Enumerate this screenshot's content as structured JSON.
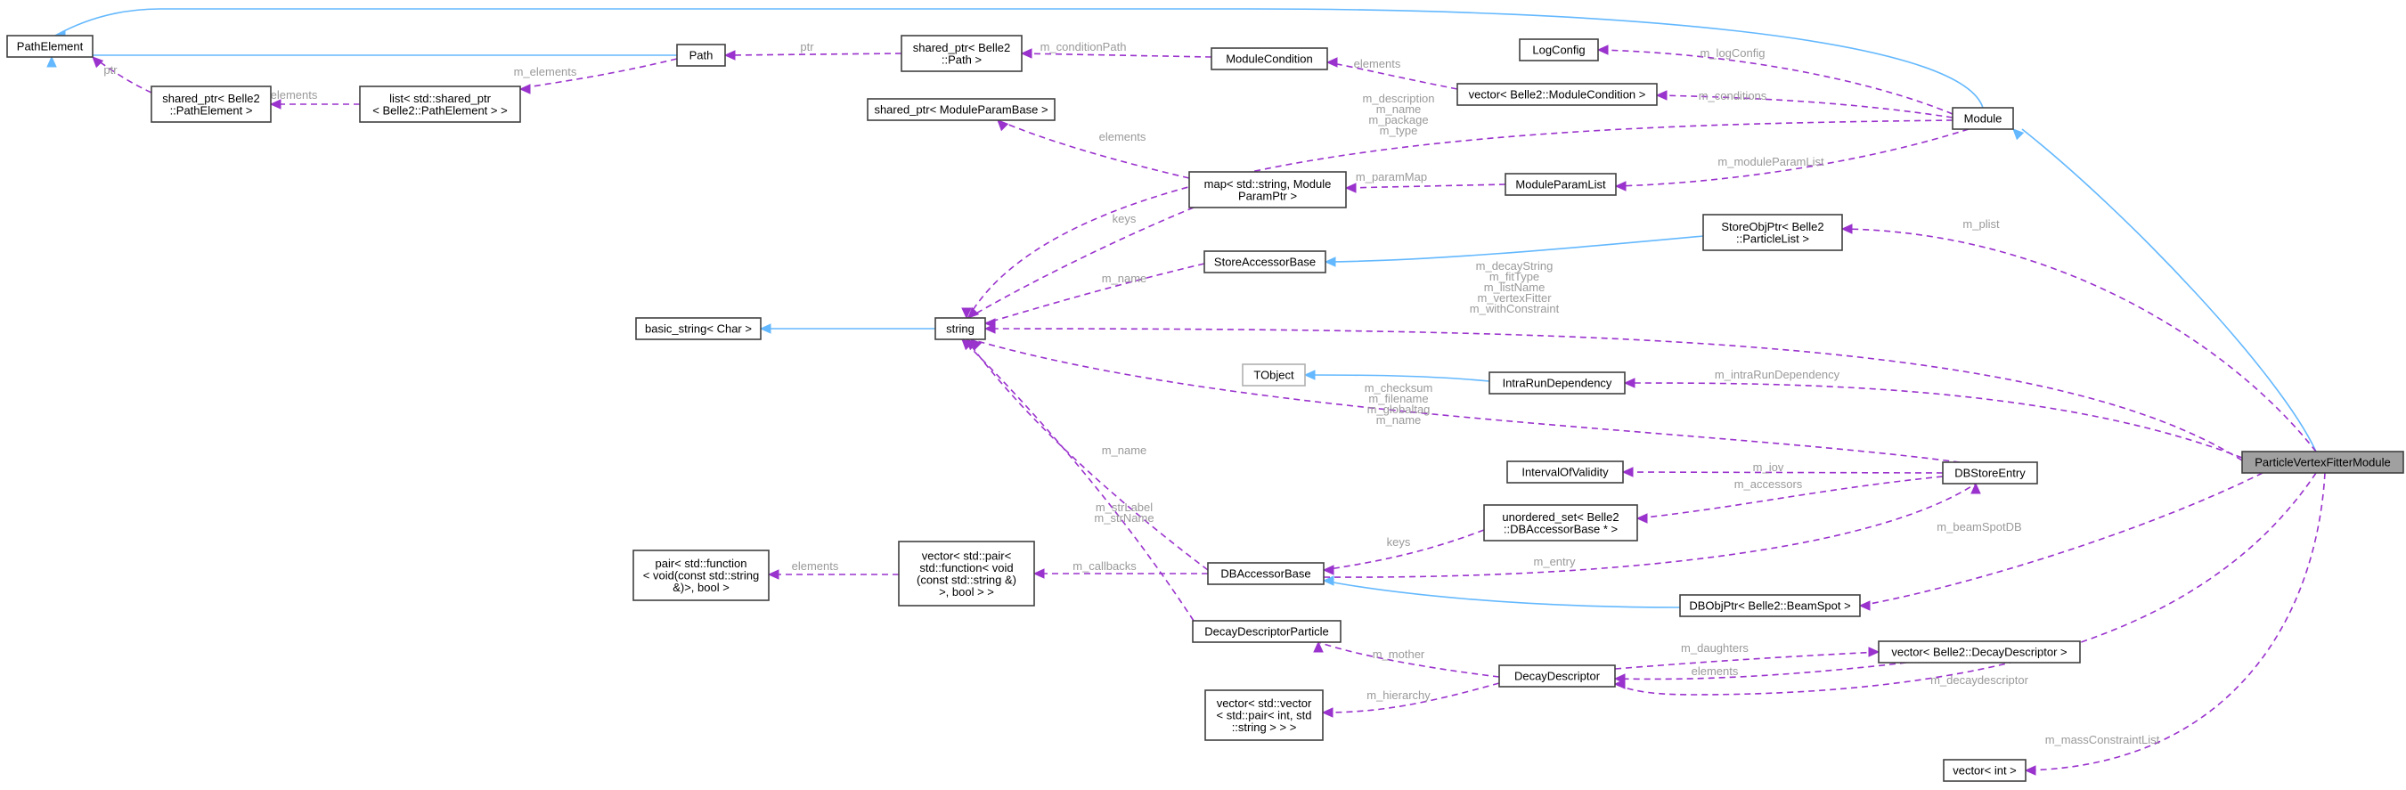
{
  "diagram": {
    "nodes": {
      "PathElement": [
        "PathElement"
      ],
      "Path": [
        "Path"
      ],
      "sp_pathelement": [
        "shared_ptr< Belle2",
        "::PathElement >"
      ],
      "list_sp": [
        "list< std::shared_ptr",
        "< Belle2::PathElement > >"
      ],
      "sp_path": [
        "shared_ptr< Belle2",
        "::Path >"
      ],
      "ModuleCondition": [
        "ModuleCondition"
      ],
      "LogConfig": [
        "LogConfig"
      ],
      "vec_modcond": [
        "vector< Belle2::ModuleCondition >"
      ],
      "Module": [
        "Module"
      ],
      "sp_modparam": [
        "shared_ptr< ModuleParamBase >"
      ],
      "map_param": [
        "map< std::string, Module",
        "ParamPtr >"
      ],
      "ModuleParamList": [
        "ModuleParamList"
      ],
      "StoreObjPtr": [
        "StoreObjPtr< Belle2",
        "::ParticleList >"
      ],
      "StoreAccessorBase": [
        "StoreAccessorBase"
      ],
      "basic_string": [
        "basic_string< Char >"
      ],
      "string": [
        "string"
      ],
      "TObject": [
        "TObject"
      ],
      "IntraRunDependency": [
        "IntraRunDependency"
      ],
      "IntervalOfValidity": [
        "IntervalOfValidity"
      ],
      "DBStoreEntry": [
        "DBStoreEntry"
      ],
      "unordered_set": [
        "unordered_set< Belle2",
        "::DBAccessorBase * >"
      ],
      "pair_fn": [
        "pair< std::function",
        "< void(const std::string",
        "&)>, bool >"
      ],
      "vec_pair": [
        "vector< std::pair<",
        "std::function< void",
        "(const std::string &)",
        ">, bool > >"
      ],
      "DBAccessorBase": [
        "DBAccessorBase"
      ],
      "DBObjPtr": [
        "DBObjPtr< Belle2::BeamSpot >"
      ],
      "DecayDescriptorParticle": [
        "DecayDescriptorParticle"
      ],
      "DecayDescriptor": [
        "DecayDescriptor"
      ],
      "vec_decaydesc": [
        "vector< Belle2::DecayDescriptor >"
      ],
      "vec_vec": [
        "vector< std::vector",
        "< std::pair< int, std",
        "::string > > >"
      ],
      "vec_int": [
        "vector< int >"
      ],
      "PVFM": [
        "ParticleVertexFitterModule"
      ]
    },
    "edge_labels": {
      "ptr": [
        "ptr"
      ],
      "elements_list": [
        "elements"
      ],
      "m_elements": [
        "m_elements"
      ],
      "ptr_path": [
        "ptr"
      ],
      "m_conditionPath": [
        "m_conditionPath"
      ],
      "elements_cond": [
        "elements"
      ],
      "m_logConfig": [
        "m_logConfig"
      ],
      "m_conditions": [
        "m_conditions"
      ],
      "m_description": [
        "m_description",
        "m_name",
        "m_package",
        "m_type"
      ],
      "elements_param": [
        "elements"
      ],
      "m_paramMap": [
        "m_paramMap"
      ],
      "m_moduleParamList": [
        "m_moduleParamList"
      ],
      "keys_map": [
        "keys"
      ],
      "m_plist": [
        "m_plist"
      ],
      "m_name_store": [
        "m_name"
      ],
      "m_decayString": [
        "m_decayString",
        "m_fitType",
        "m_listName",
        "m_vertexFitter",
        "m_withConstraint"
      ],
      "m_checksum": [
        "m_checksum",
        "m_filename",
        "m_globaltag",
        "m_name"
      ],
      "m_intraRunDependency": [
        "m_intraRunDependency"
      ],
      "m_iov": [
        "m_iov"
      ],
      "m_accessors": [
        "m_accessors"
      ],
      "m_name_db": [
        "m_name"
      ],
      "m_strLabel": [
        "m_strLabel",
        "m_strName"
      ],
      "keys_set": [
        "keys"
      ],
      "elements_pair": [
        "elements"
      ],
      "m_callbacks": [
        "m_callbacks"
      ],
      "m_entry": [
        "m_entry"
      ],
      "m_beamSpotDB": [
        "m_beamSpotDB"
      ],
      "m_mother": [
        "m_mother"
      ],
      "m_daughters": [
        "m_daughters"
      ],
      "elements_dd": [
        "elements"
      ],
      "m_decaydescriptor": [
        "m_decaydescriptor"
      ],
      "m_hierarchy": [
        "m_hierarchy"
      ],
      "m_massConstraintList": [
        "m_massConstraintList"
      ]
    }
  }
}
